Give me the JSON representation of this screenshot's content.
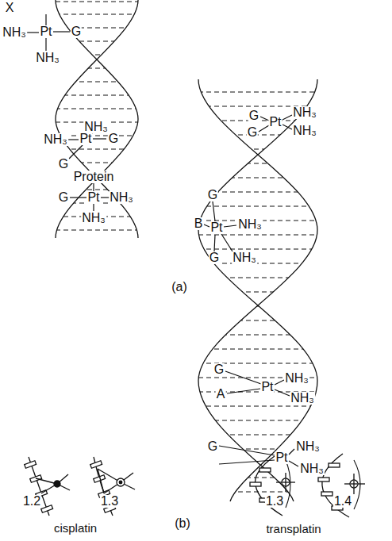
{
  "diagram": {
    "labels": [
      "X",
      "NH₃",
      "Pt",
      "G",
      "NH₃",
      "NH₃",
      "NH₃",
      "Pt",
      "G",
      "G",
      "Protein",
      "G",
      "Pt",
      "NH₃",
      "NH₃",
      "G",
      "Pt",
      "NH₃",
      "G",
      "NH₃",
      "G",
      "B",
      "Pt",
      "NH₃",
      "G",
      "NH₃",
      "G",
      "Pt",
      "NH₃",
      "A",
      "NH₃",
      "G",
      "Pt",
      "NH₃",
      "NH₃",
      "(a)",
      "1.2",
      "1.3",
      "1.3",
      "1.4",
      "cisplatin",
      "(b)",
      "transplatin"
    ]
  }
}
